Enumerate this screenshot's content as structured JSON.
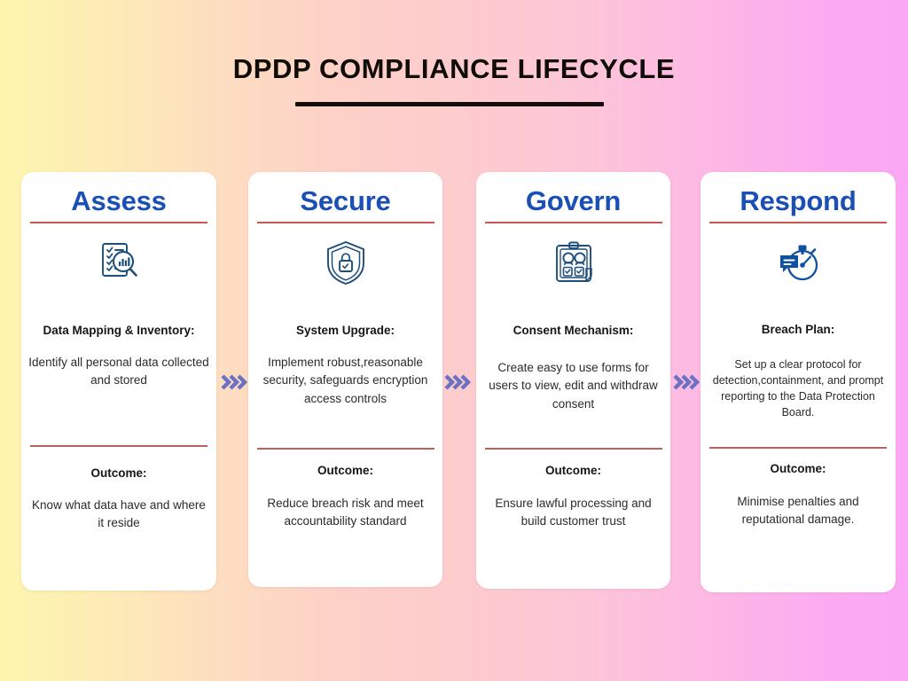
{
  "header": {
    "title": "DPDP COMPLIANCE LIFECYCLE"
  },
  "colors": {
    "heading_blue": "#1a4fb5",
    "rule_red": "#c8584f",
    "chevron": "#6b72c4",
    "card_bg": "#ffffff",
    "bg_left": "#fdf6ae",
    "bg_mid": "#fdcccd",
    "bg_right": "#faa8f4",
    "title_text": "#100c08"
  },
  "outcome_label": "Outcome:",
  "connector": {
    "icon": "triple-chevron-right-icon",
    "count": 3
  },
  "cards": [
    {
      "heading": "Assess",
      "icon": "document-checklist-magnifier-chart-icon",
      "step_title": "Data Mapping & Inventory:",
      "step_desc": "Identify all personal data collected and stored",
      "outcome_label": "Outcome:",
      "outcome_text": "Know what data have and where it reside"
    },
    {
      "heading": "Secure",
      "icon": "shield-lock-check-icon",
      "step_title": "System Upgrade:",
      "step_desc": "Implement robust,reasonable security, safeguards encryption access controls",
      "outcome_label": "Outcome:",
      "outcome_text": "Reduce breach risk and meet accountability standard"
    },
    {
      "heading": "Govern",
      "icon": "clipboard-users-consent-checkboxes-icon",
      "step_title": "Consent Mechanism:",
      "step_desc": "Create easy to use forms for users to view, edit and withdraw consent",
      "outcome_label": "Outcome:",
      "outcome_text": "Ensure lawful processing and build customer trust"
    },
    {
      "heading": "Respond",
      "icon": "stopwatch-speech-bubble-icon",
      "step_title": "Breach Plan:",
      "step_desc": "Set up a clear protocol for detection,containment, and prompt reporting to the Data Protection Board.",
      "outcome_label": "Outcome:",
      "outcome_text": "Minimise penalties and reputational damage."
    }
  ]
}
